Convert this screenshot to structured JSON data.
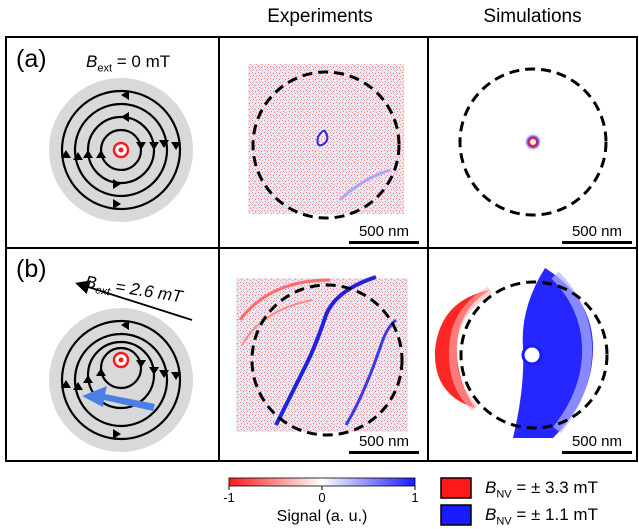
{
  "column_headers": [
    "Experiments",
    "Simulations"
  ],
  "rows": [
    {
      "label": "(a)",
      "bext_symbol": "B",
      "bext_sub": "ext",
      "bext_value": " = 0 mT",
      "scale_bar": "500 nm"
    },
    {
      "label": "(b)",
      "bext_symbol": "B",
      "bext_sub": "ext",
      "bext_value": " = 2.6 mT",
      "scale_bar": "500 nm"
    }
  ],
  "colorbar": {
    "ticks": [
      "-1",
      "0",
      "1"
    ],
    "label": "Signal (a. u.)",
    "colors": [
      "#ff1a1a",
      "#ffffff",
      "#1a1aff"
    ]
  },
  "legend": [
    {
      "symbol": "B",
      "sub": "NV",
      "text": " = ± 3.3 mT",
      "color": "#ff1a1a"
    },
    {
      "symbol": "B",
      "sub": "NV",
      "text": " = ± 1.1  mT",
      "color": "#1a1aff"
    }
  ],
  "colors": {
    "red": "#ff1a1a",
    "blue": "#1a1aff",
    "disk": "#d9d9d9",
    "arrow": "#4a7fe6"
  }
}
